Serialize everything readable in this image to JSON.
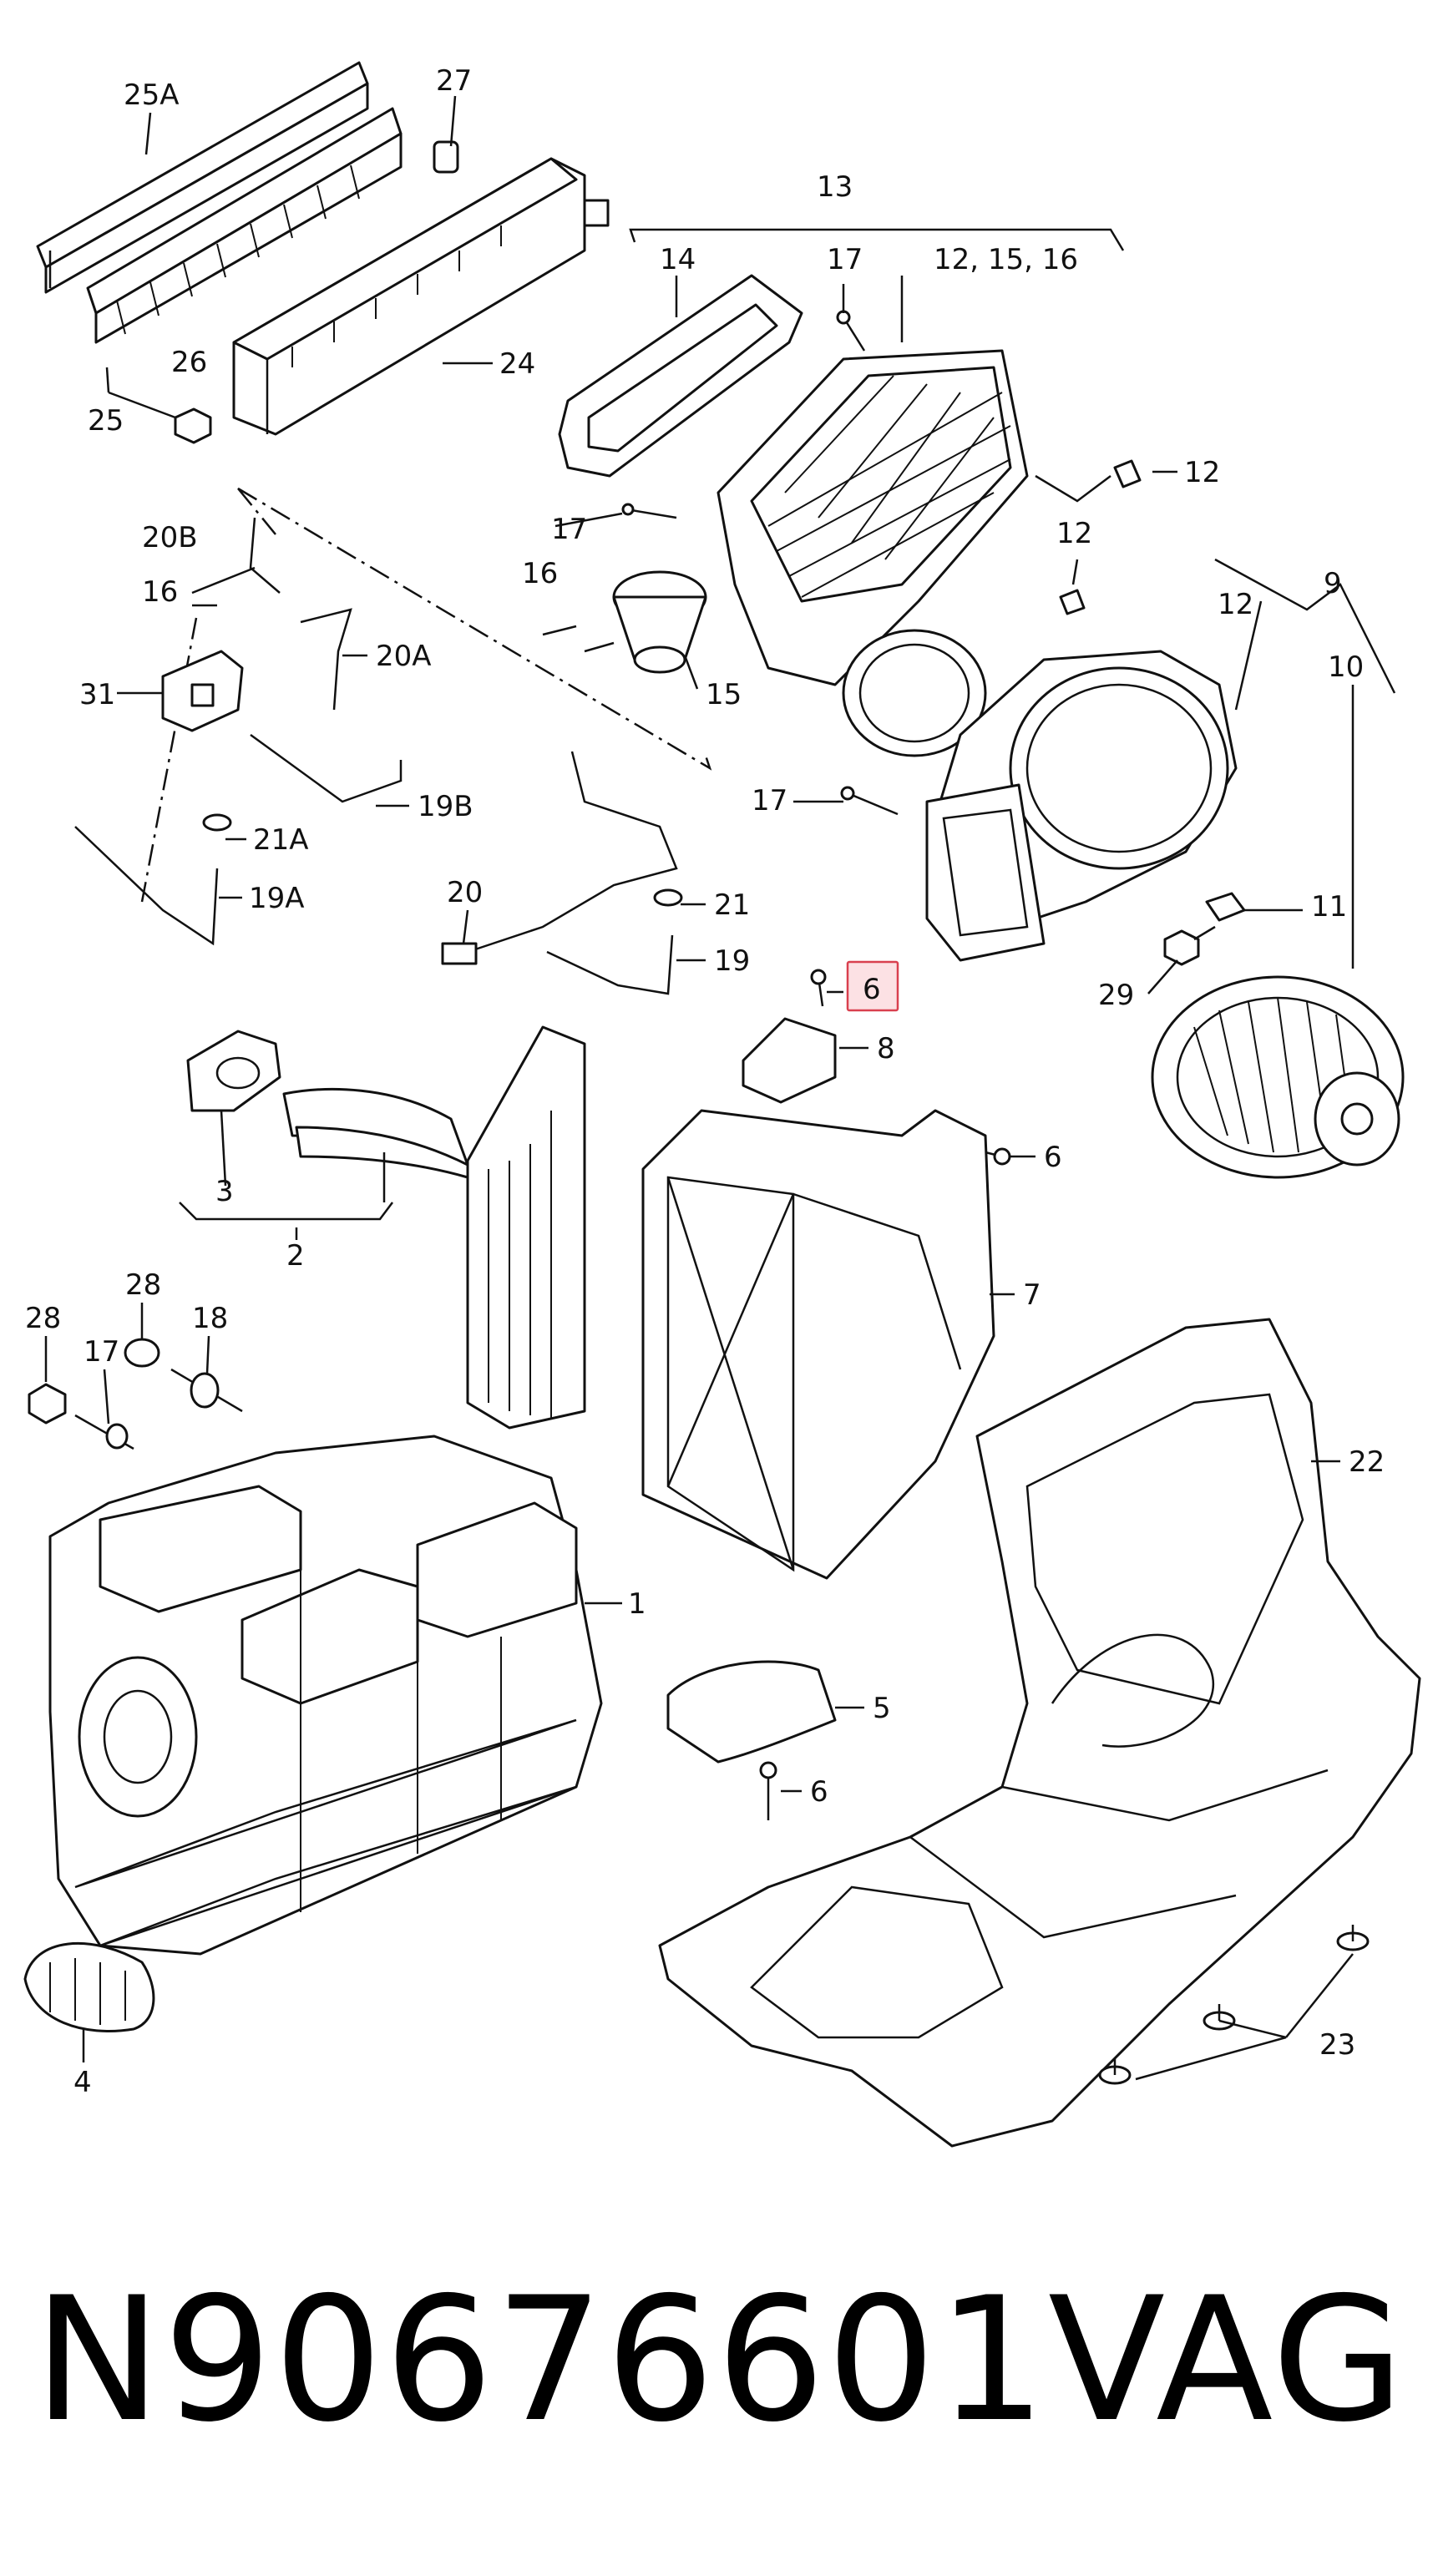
{
  "diagram": {
    "labels": {
      "l25A": "25A",
      "l27": "27",
      "l13": "13",
      "l14": "14",
      "l17a": "17",
      "l121516": "12, 15, 16",
      "l26": "26",
      "l24": "24",
      "l25": "25",
      "l12a": "12",
      "l20B": "20B",
      "l17b": "17",
      "l12b": "12",
      "l16a": "16",
      "l16b": "16",
      "l9": "9",
      "l12c": "12",
      "l20A": "20A",
      "l31": "31",
      "l15": "15",
      "l10": "10",
      "l17c": "17",
      "l19B": "19B",
      "l21A": "21A",
      "l11": "11",
      "l19A": "19A",
      "l20": "20",
      "l21": "21",
      "l19": "19",
      "l29": "29",
      "l6a": "6",
      "l8": "8",
      "l6b": "6",
      "l3": "3",
      "l2": "2",
      "l7": "7",
      "l28a": "28",
      "l28b": "28",
      "l18": "18",
      "l17d": "17",
      "l22": "22",
      "l1": "1",
      "l5": "5",
      "l6c": "6",
      "l23": "23",
      "l4": "4"
    },
    "highlighted_callout": "6"
  },
  "footer": {
    "part_number": "N90676601",
    "brand": "VAG"
  },
  "colors": {
    "highlight_fill": "#f7c6cc",
    "highlight_border": "#d9404f",
    "line": "#111111"
  }
}
